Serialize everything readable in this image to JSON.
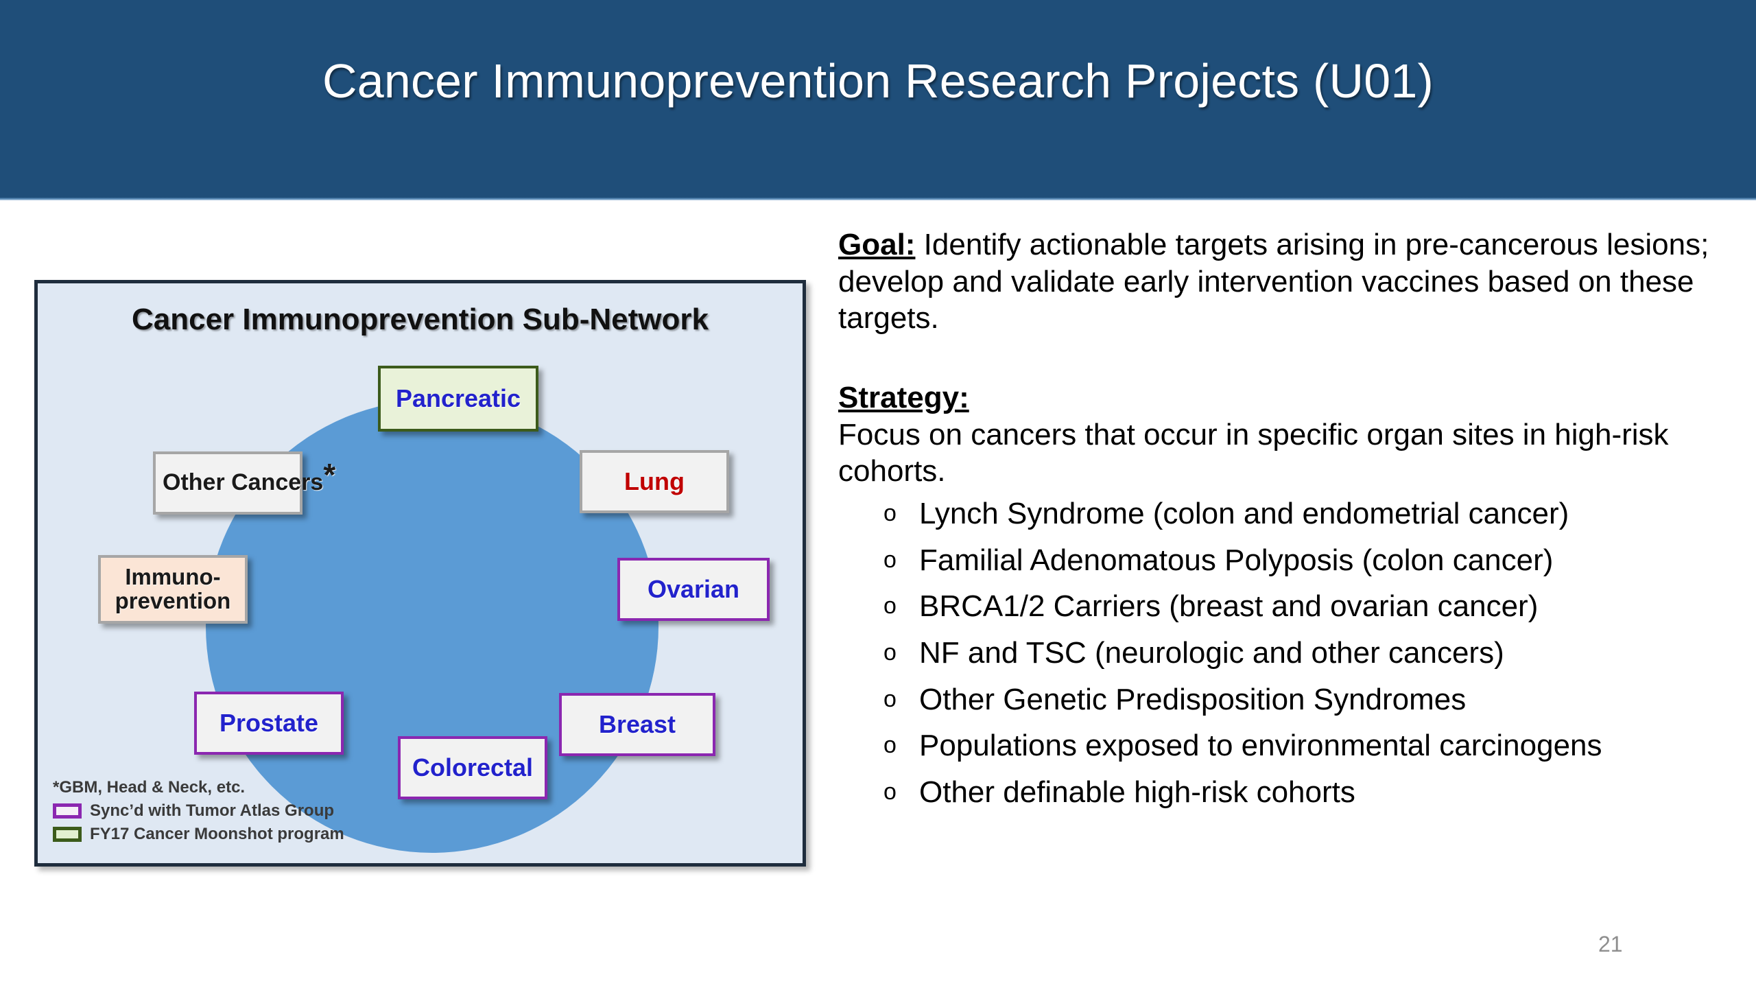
{
  "slide": {
    "title": "Cancer Immunoprevention Research Projects (U01)",
    "page_number": "21",
    "header_color": "#1F4E79"
  },
  "diagram": {
    "title": "Cancer Immunoprevention Sub-Network",
    "hub_color": "#5B9BD5",
    "panel_fill": "#DFE8F3",
    "panel_border": "#1F2D3D",
    "nodes": [
      {
        "id": "pancreatic",
        "label": "Pancreatic",
        "style": "green",
        "border_color": "#3C5B1B",
        "fill": "#E9F2D9",
        "text_color": "#2222CC"
      },
      {
        "id": "lung",
        "label": "Lung",
        "style": "red",
        "border_color": "#A6A6A6",
        "fill": "#F2F2F2",
        "text_color": "#C00000"
      },
      {
        "id": "ovarian",
        "label": "Ovarian",
        "style": "purple",
        "border_color": "#8B27B0",
        "fill": "#F2F2F2",
        "text_color": "#2222CC"
      },
      {
        "id": "breast",
        "label": "Breast",
        "style": "purple",
        "border_color": "#8B27B0",
        "fill": "#F2F2F2",
        "text_color": "#2222CC"
      },
      {
        "id": "colorectal",
        "label": "Colorectal",
        "style": "purple",
        "border_color": "#8B27B0",
        "fill": "#F2F2F2",
        "text_color": "#2222CC"
      },
      {
        "id": "prostate",
        "label": "Prostate",
        "style": "purple",
        "border_color": "#8B27B0",
        "fill": "#F2F2F2",
        "text_color": "#2222CC"
      },
      {
        "id": "immuno",
        "label": "Immuno-prevention",
        "label_line1": "Immuno-",
        "label_line2": "prevention",
        "style": "peach",
        "border_color": "#A6A6A6",
        "fill": "#FBE5D6",
        "text_color": "#1a1a1a"
      },
      {
        "id": "other",
        "label": "Other Cancers",
        "star": "*",
        "style": "plain",
        "border_color": "#A6A6A6",
        "fill": "#F2F2F2",
        "text_color": "#1a1a1a"
      }
    ],
    "legend": {
      "footnote": "*GBM, Head & Neck, etc.",
      "items": [
        {
          "swatch": "purple",
          "label": "Sync’d with Tumor Atlas Group"
        },
        {
          "swatch": "green",
          "label": "FY17 Cancer Moonshot program"
        }
      ]
    }
  },
  "content": {
    "goal_label": "Goal:",
    "goal_text": " Identify actionable targets arising in pre-cancerous lesions; develop and validate early intervention vaccines based on these targets.",
    "strategy_label": "Strategy:",
    "strategy_text": "Focus on cancers that occur in specific organ sites in high-risk cohorts.",
    "bullet_marker": "o",
    "bullets": [
      "Lynch Syndrome (colon and endometrial cancer)",
      "Familial Adenomatous Polyposis (colon cancer)",
      "BRCA1/2 Carriers (breast and ovarian cancer)",
      "NF and TSC (neurologic and other cancers)",
      "Other Genetic Predisposition Syndromes",
      "Populations exposed to environmental carcinogens",
      "Other definable high-risk cohorts"
    ]
  }
}
